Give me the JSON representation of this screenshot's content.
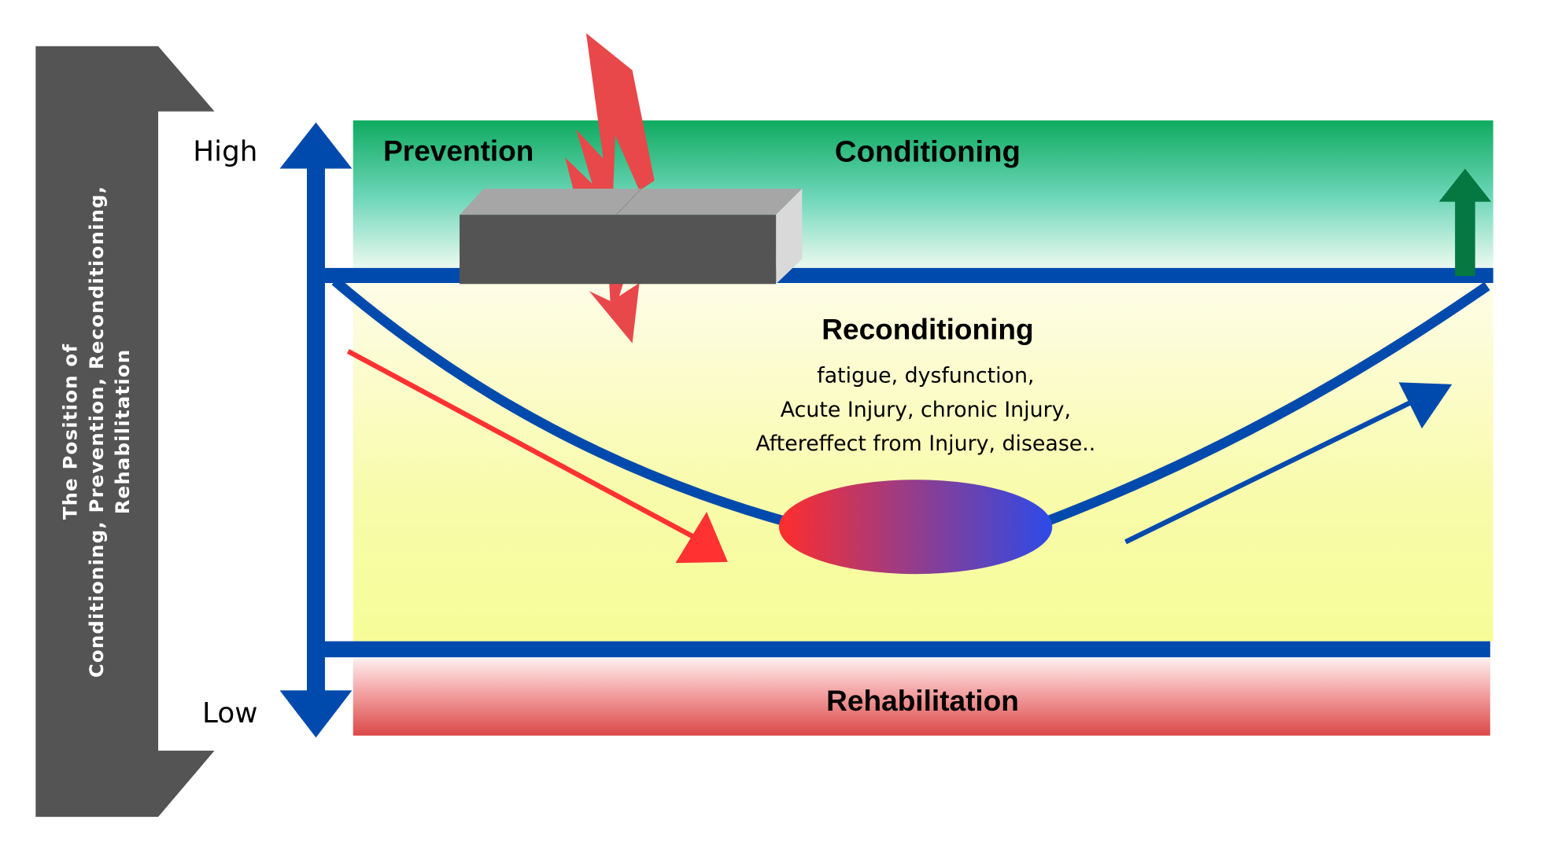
{
  "side_title": {
    "lines": [
      "The Position of",
      "Conditioning, Prevention, Reconditioning,",
      "Rehabilitation"
    ]
  },
  "axis": {
    "high_label": "High",
    "low_label": "Low"
  },
  "zones": {
    "prevention": "Prevention",
    "conditioning": "Conditioning",
    "reconditioning": "Reconditioning",
    "reconditioning_details": [
      "fatigue, dysfunction,",
      "Acute Injury, chronic Injury,",
      "Aftereffect from Injury, disease.."
    ],
    "rehabilitation": "Rehabilitation"
  },
  "colors": {
    "axis_blue": "#004aad",
    "bracket_gray": "#545454",
    "conditioning_green": "#0fab60",
    "reconditioning_yellow": "#f7fc9c",
    "rehabilitation_red": "#de4a4a",
    "decline_red": "#ff3131",
    "improve_blue": "#004aad",
    "bolt_red": "#e8484a",
    "up_arrow_green": "#047840",
    "oval_start": "#ff2d2d",
    "oval_end": "#2d4ae8"
  }
}
